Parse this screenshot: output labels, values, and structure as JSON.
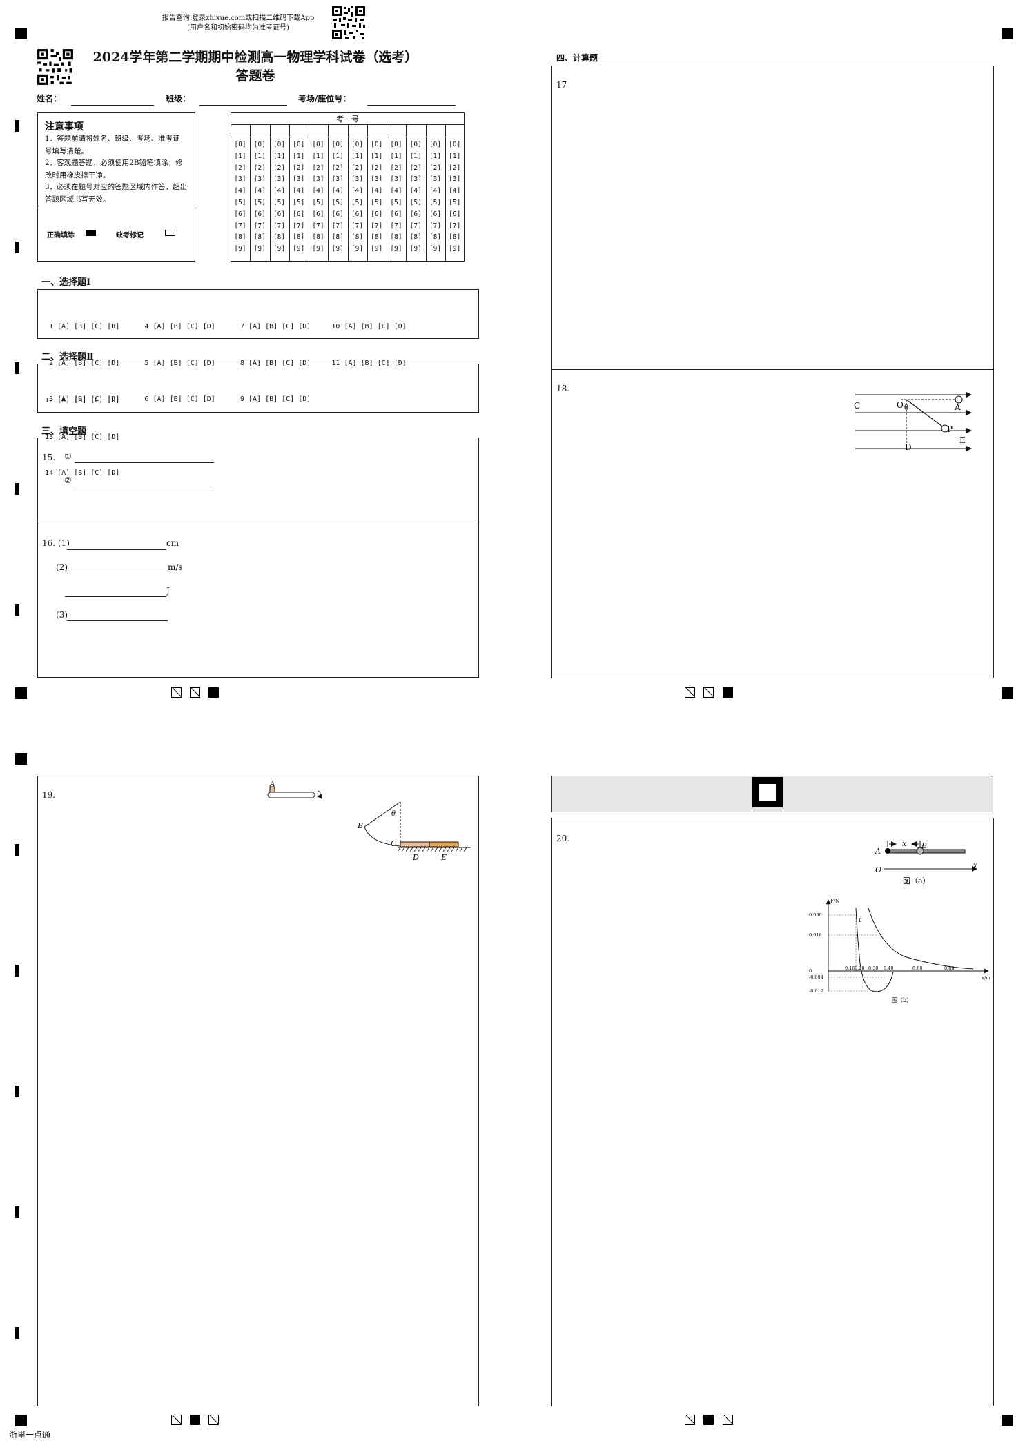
{
  "header": {
    "report_line1": "报告查询:登录zhixue.com或扫描二维码下载App",
    "report_line2": "(用户名和初始密码均为准考证号)",
    "title_line1": "2024学年第二学期期中检测高一物理学科试卷（选考）",
    "title_line2": "答题卷",
    "name_label": "姓名：",
    "class_label": "班级：",
    "room_label": "考场/座位号："
  },
  "notice": {
    "title": "注意事项",
    "items": [
      "1．答题前请将姓名、班级、考场、准考证",
      "号填写清楚。",
      "2．客观题答题，必须使用2B铅笔填涂，修",
      "改时用橡皮擦干净。",
      "3．必须在题号对应的答题区域内作答，超出",
      "答题区域书写无效。"
    ],
    "correct_fill": "正确填涂",
    "absent_mark": "缺考标记"
  },
  "exam_number": {
    "label": "考　号",
    "digits": [
      "[0]",
      "[1]",
      "[2]",
      "[3]",
      "[4]",
      "[5]",
      "[6]",
      "[7]",
      "[8]",
      "[9]"
    ]
  },
  "section1": {
    "title": "一、选择题Ⅰ",
    "rows": [
      "1 [A] [B] [C] [D]      4 [A] [B] [C] [D]      7 [A] [B] [C] [D]     10 [A] [B] [C] [D]",
      "2 [A] [B] [C] [D]      5 [A] [B] [C] [D]      8 [A] [B] [C] [D]     11 [A] [B] [C] [D]",
      "3 [A] [B] [C] [D]      6 [A] [B] [C] [D]      9 [A] [B] [C] [D]"
    ]
  },
  "section2": {
    "title": "二、选择题Ⅱ",
    "rows": [
      "12 [A] [B] [C] [D]",
      "13 [A] [B] [C] [D]",
      "14 [A] [B] [C] [D]"
    ]
  },
  "section3": {
    "title": "三、填空题",
    "q15": "15.",
    "q15_a": "①",
    "q15_b": "②",
    "q16": "16. (1)",
    "q16_unit1": "cm",
    "q16_2": "(2)",
    "q16_unit2": "m/s",
    "q16_unit3": "J",
    "q16_3": "(3)"
  },
  "section4": {
    "title": "四、计算题",
    "q17": "17",
    "q18": "18.",
    "q19": "19.",
    "q20": "20."
  },
  "fig18": {
    "C": "C",
    "O": "O",
    "theta": "θ",
    "A": "A",
    "P": "P",
    "E": "E",
    "D": "D"
  },
  "fig19": {
    "A": "A",
    "B": "B",
    "theta": "θ",
    "C": "C",
    "D": "D",
    "E": "E"
  },
  "fig20a": {
    "x": "x",
    "A": "A",
    "B": "B",
    "O": "O",
    "axis_x": "x",
    "caption": "图（a）"
  },
  "fig20b": {
    "ylabel": "F/N",
    "xlabel": "x/m",
    "y_ticks": [
      "0.030",
      "0.018",
      "0",
      "-0.004",
      "-0.012"
    ],
    "x_ticks": [
      "0.16",
      "0.20",
      "0.30",
      "0.40",
      "0.60",
      "0.80"
    ],
    "curve1": "Ⅰ",
    "curve2": "Ⅱ",
    "caption": "图（b）"
  },
  "footer": {
    "brand": "浙里一点通"
  }
}
